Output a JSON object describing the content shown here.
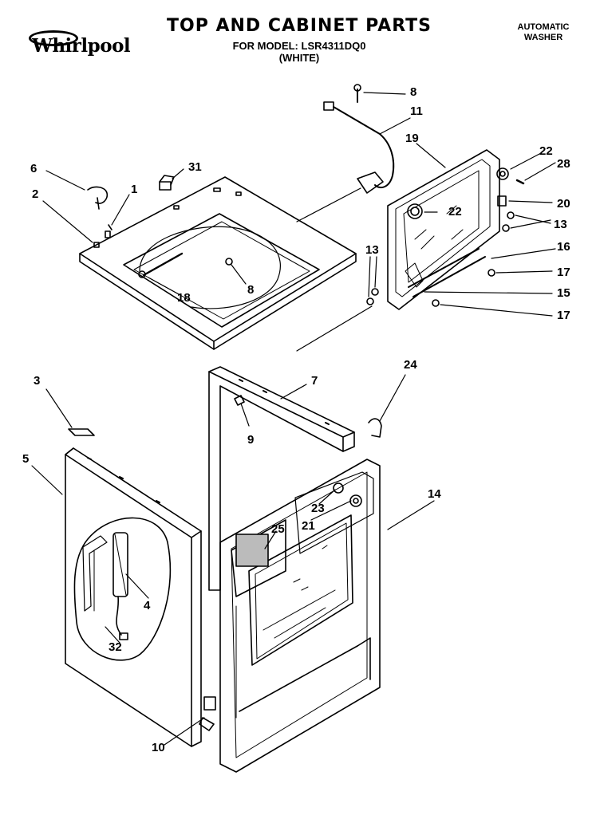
{
  "header": {
    "brand": "Whirlpool",
    "title": "TOP AND CABINET PARTS",
    "model_line": "FOR MODEL: LSR4311DQ0",
    "color_line": "(WHITE)",
    "product_line1": "AUTOMATIC",
    "product_line2": "WASHER"
  },
  "callouts": {
    "c8a": "8",
    "c11": "11",
    "c19": "19",
    "c22a": "22",
    "c28": "28",
    "c20": "20",
    "c13a": "13",
    "c16": "16",
    "c17a": "17",
    "c15": "15",
    "c17b": "17",
    "c13b": "13",
    "c6": "6",
    "c31": "31",
    "c1": "1",
    "c2": "2",
    "c22b": "22",
    "c8b": "8",
    "c18": "18",
    "c3": "3",
    "c7": "7",
    "c24": "24",
    "c5": "5",
    "c9": "9",
    "c14": "14",
    "c23": "23",
    "c21": "21",
    "c25": "25",
    "c4": "4",
    "c32": "32",
    "c10": "10"
  }
}
